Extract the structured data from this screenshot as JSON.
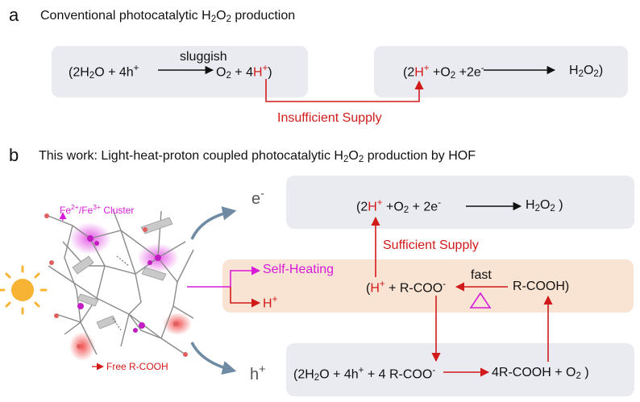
{
  "panel_a": {
    "letter": "a",
    "heading_pre": "Conventional photocatalytic H",
    "heading_sub1": "2",
    "heading_mid": "O",
    "heading_sub2": "2",
    "heading_post": " production",
    "box1": {
      "p1": "(2H",
      "s1": "2",
      "p2": "O + 4h",
      "sp1": "+",
      "arrow_label": "sluggish",
      "p3": "O",
      "s2": "2",
      "p4": " + 4",
      "h_red": "H",
      "sp_red": "+",
      "p5": ")"
    },
    "box2": {
      "p1": "(2",
      "h_red": "H",
      "sp_red": "+",
      "p2": " +O",
      "s1": "2",
      "p3": " +2e",
      "sp1": "-",
      "p4": "H",
      "s2": "2",
      "p5": "O",
      "s3": "2",
      "p6": ")"
    },
    "link_label": "Insufficient Supply"
  },
  "panel_b": {
    "letter": "b",
    "heading_pre": "This work: Light-heat-proton coupled photocatalytic H",
    "heading_sub1": "2",
    "heading_mid": "O",
    "heading_sub2": "2",
    "heading_post": " production by HOF",
    "cluster_label_pre": "Fe",
    "cluster_sup1": "2+",
    "cluster_mid": "/Fe",
    "cluster_sup2": "3+",
    "cluster_post": " Cluster",
    "free_label": "Free  R-COOH",
    "electron": "e",
    "electron_sup": "-",
    "hole": "h",
    "hole_sup": "+",
    "self_heating": "Self-Heating",
    "proton": "H",
    "proton_sup": "+",
    "top_eq": {
      "p1": "(2",
      "h_red": "H",
      "sp_red": "+",
      "p2": " +O",
      "s1": "2",
      "p3": " + 2e",
      "sp1": "-",
      "p4": "H",
      "s2": "2",
      "p5": "O",
      "s3": "2",
      "p6": " )"
    },
    "supply_label": "Sufficient Supply",
    "mid_eq": {
      "p1": "(",
      "h_red": "H",
      "sp_red": "+",
      "p2": " + R-COO",
      "sp1": "-",
      "fast": "fast",
      "p3": "R-COOH)"
    },
    "bottom_eq": {
      "p1": "(2H",
      "s1": "2",
      "p2": "O + 4h",
      "sp1": "+",
      "p3": " + 4 R-COO",
      "sp2": "-",
      "p4": "4R-COOH + O",
      "s2": "2",
      "p5": " )"
    }
  },
  "colors": {
    "red": "#d11b1b",
    "magenta": "#d81bd8",
    "grey_box": "#e9ebf0",
    "peach_box": "#f9e3d3",
    "sun": "#f7b334",
    "curve_arrow": "#6f8aa3"
  }
}
